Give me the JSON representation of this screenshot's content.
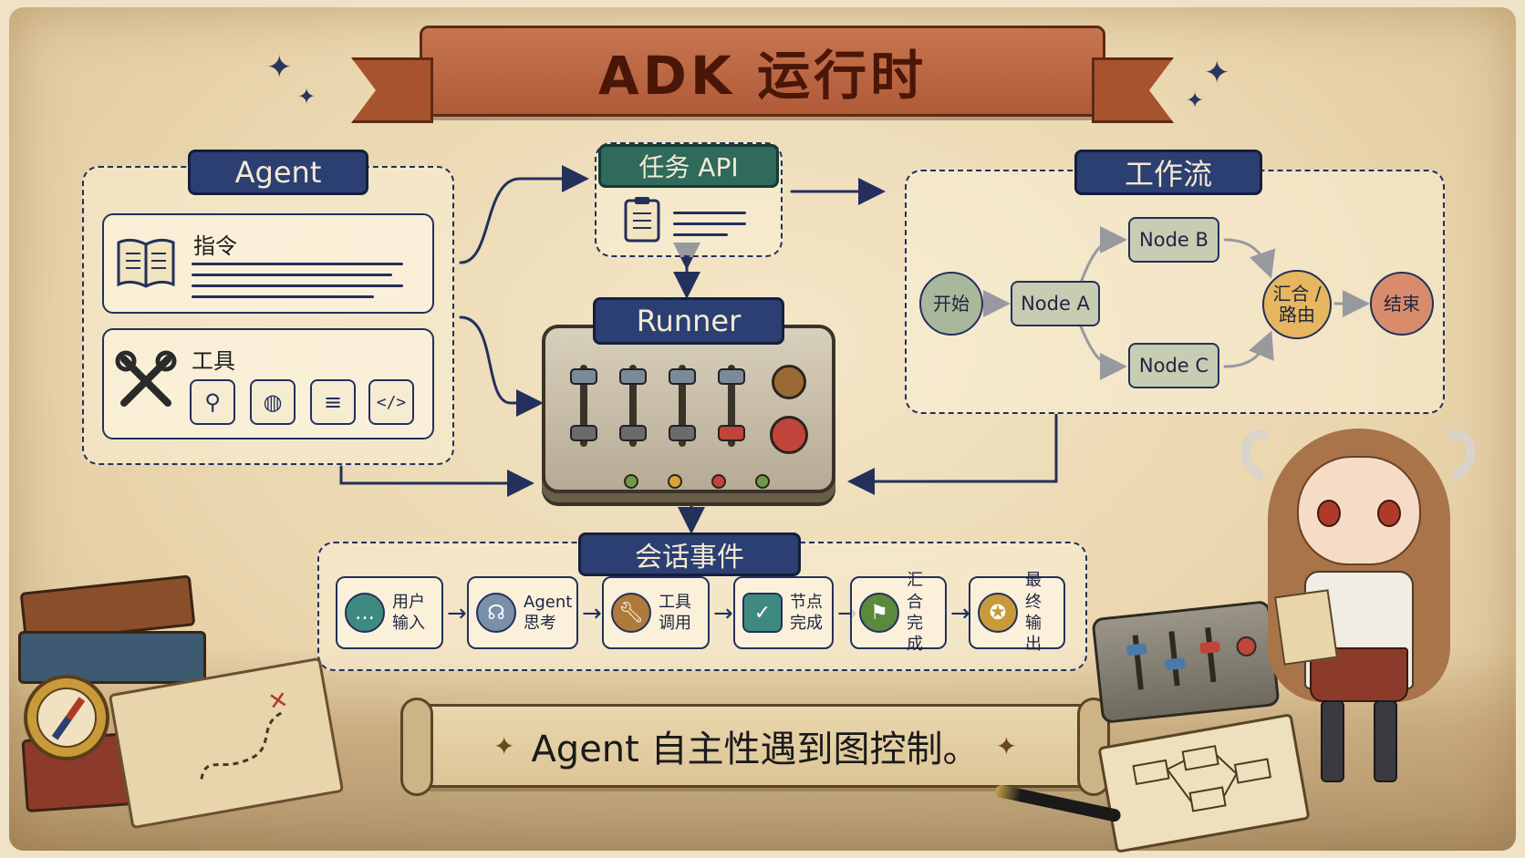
{
  "title": "ADK 运行时",
  "agent": {
    "label": "Agent",
    "instructions": {
      "title": "指令"
    },
    "tools": {
      "title": "工具",
      "icons": [
        "search-icon",
        "globe-icon",
        "database-icon",
        "code-icon"
      ]
    }
  },
  "task_api": {
    "label": "任务 API"
  },
  "runner": {
    "label": "Runner"
  },
  "workflow": {
    "label": "工作流",
    "start": "开始",
    "node_a": "Node A",
    "node_b": "Node B",
    "node_c": "Node C",
    "merge": {
      "line1": "汇合 /",
      "line2": "路由"
    },
    "end": "结束"
  },
  "session_events": {
    "label": "会话事件",
    "events": [
      {
        "line1": "用户",
        "line2": "输入",
        "icon": "chat-bubble-icon",
        "color": "#3f8a80"
      },
      {
        "line1": "Agent",
        "line2": "思考",
        "icon": "brain-head-icon",
        "color": "#7a8fa8"
      },
      {
        "line1": "工具",
        "line2": "调用",
        "icon": "wrench-icon",
        "color": "#b07a3a"
      },
      {
        "line1": "节点",
        "line2": "完成",
        "icon": "checkbox-icon",
        "color": "#3f8a80"
      },
      {
        "line1": "汇合",
        "line2": "完成",
        "icon": "flag-icon",
        "color": "#5c8a3c"
      },
      {
        "line1": "最终",
        "line2": "输出",
        "icon": "medal-icon",
        "color": "#c99a3a"
      }
    ]
  },
  "banner": {
    "text": "Agent 自主性遇到图控制。"
  },
  "colors": {
    "navy": "#23305c",
    "label_bg": "#2b3f73",
    "task_label_bg": "#2f6a5c",
    "title_ribbon": "#b05a38",
    "start_node": "#a9b79a",
    "merge_node": "#e6b660",
    "end_node": "#d88c6c"
  }
}
